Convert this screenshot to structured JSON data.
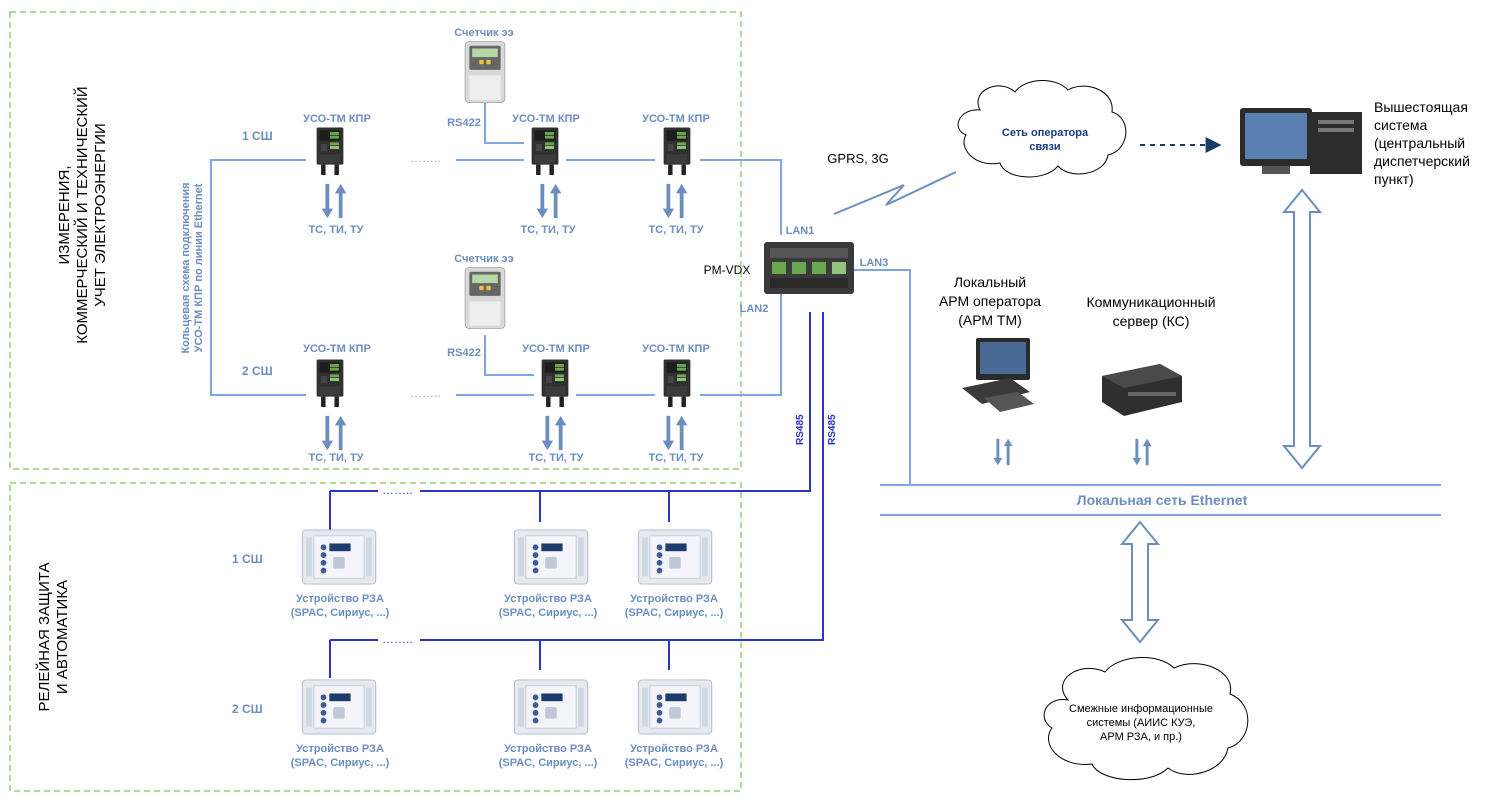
{
  "zones": {
    "metering_title": [
      "ИЗМЕРЕНИЯ,",
      "КОММЕРЧЕСКИЙ И ТЕХНИЧЕСКИЙ",
      "УЧЕТ ЭЛЕКТРОЭНЕРГИИ"
    ],
    "relay_title": [
      "РЕЛЕЙНАЯ ЗАЩИТА",
      "И АВТОМАТИКА"
    ],
    "ring_note": [
      "Кольцевая схема подключения",
      "УСО-ТМ КПР по линии Ethernet"
    ]
  },
  "bus": {
    "bus1": "1 СШ",
    "bus2": "2 СШ"
  },
  "meter_label": "Счетчик ээ",
  "rs422": "RS422",
  "uso_label": "УСО-ТМ КПР",
  "signals": "ТС, ТИ, ТУ",
  "dots": "……..",
  "pm": {
    "name": "PM-VDX",
    "lan1": "LAN1",
    "lan2": "LAN2",
    "lan3": "LAN3",
    "rs485": "RS485"
  },
  "gprs": "GPRS, 3G",
  "operator_cloud": [
    "Сеть оператора",
    "связи"
  ],
  "upper_system": [
    "Вышестоящая",
    "система",
    "(центральный",
    "диспетчерский",
    "пункт)"
  ],
  "arm": [
    "Локальный",
    "АРМ оператора",
    "(АРМ ТМ)"
  ],
  "server": [
    "Коммуникационный",
    "сервер (КС)"
  ],
  "lan": "Локальная сеть Ethernet",
  "adjacent": [
    "Смежные информационные",
    "системы (АИИС КУЭ,",
    "АРМ РЗА, и пр.)"
  ],
  "rza": [
    "Устройство РЗА",
    "(SPAC, Сириус, ...)"
  ],
  "colors": {
    "line": "#7ea6e0",
    "zone": "#97d077",
    "rs485": "#2a35c8",
    "text_blue": "#6c8ebf"
  }
}
